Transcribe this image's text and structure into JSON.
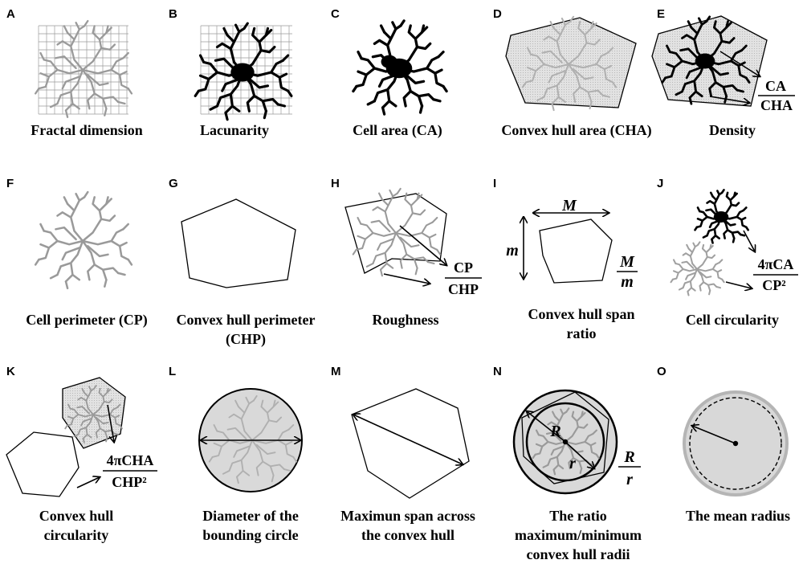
{
  "panels": [
    {
      "letter": "A",
      "caption": [
        "Fractal dimension"
      ]
    },
    {
      "letter": "B",
      "caption": [
        "Lacunarity"
      ]
    },
    {
      "letter": "C",
      "caption": [
        "Cell area (CA)"
      ]
    },
    {
      "letter": "D",
      "caption": [
        "Convex hull area (CHA)"
      ]
    },
    {
      "letter": "E",
      "caption": [
        "Density"
      ]
    },
    {
      "letter": "F",
      "caption": [
        "Cell perimeter (CP)"
      ]
    },
    {
      "letter": "G",
      "caption": [
        "Convex hull perimeter",
        "(CHP)"
      ]
    },
    {
      "letter": "H",
      "caption": [
        "Roughness"
      ]
    },
    {
      "letter": "I",
      "caption": [
        "Convex hull span",
        "ratio"
      ]
    },
    {
      "letter": "J",
      "caption": [
        "Cell circularity"
      ]
    },
    {
      "letter": "K",
      "caption": [
        "Convex hull",
        "circularity"
      ]
    },
    {
      "letter": "L",
      "caption": [
        "Diameter of  the",
        "bounding circle"
      ]
    },
    {
      "letter": "M",
      "caption": [
        "Maximun span across",
        "the convex hull"
      ]
    },
    {
      "letter": "N",
      "caption": [
        "The ratio",
        "maximum/minimum",
        "convex hull radii"
      ]
    },
    {
      "letter": "O",
      "caption": [
        "The mean radius"
      ]
    }
  ],
  "formulas": {
    "density": {
      "num": "CA",
      "den": "CHA"
    },
    "roughness": {
      "num": "CP",
      "den": "CHP"
    },
    "span_ratio": {
      "num": "M",
      "den": "m"
    },
    "cell_circularity": {
      "num": "4πCA",
      "den": "CP²"
    },
    "hull_circularity": {
      "num": "4πCHA",
      "den": "CHP²"
    },
    "radii_ratio": {
      "num": "R",
      "den": "r"
    }
  },
  "symbols": {
    "M": "M",
    "m": "m",
    "R": "R",
    "r": "r"
  },
  "colors": {
    "hull_fill": "#dcdcdc",
    "cell_dark": "#000000",
    "cell_outline": "#9a9a9a",
    "circle_ring": "#b5b5b5"
  }
}
